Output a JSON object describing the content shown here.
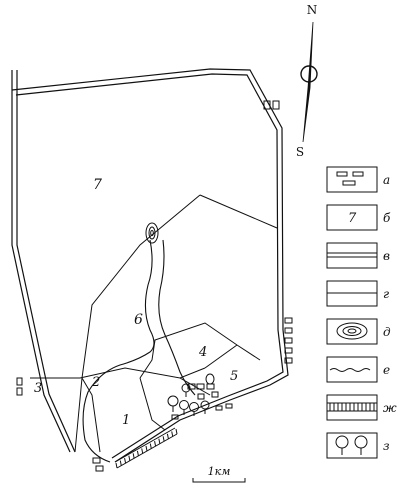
{
  "compass": {
    "north": "N",
    "south": "S"
  },
  "zones": [
    "7",
    "6",
    "4",
    "5",
    "3",
    "2",
    "1"
  ],
  "scale": {
    "label": "1км"
  },
  "legend": [
    {
      "letter": "а",
      "sample": "buildings"
    },
    {
      "letter": "б",
      "sample": "zone-number",
      "text": "7"
    },
    {
      "letter": "в",
      "sample": "double-line"
    },
    {
      "letter": "г",
      "sample": "single-line"
    },
    {
      "letter": "д",
      "sample": "mound"
    },
    {
      "letter": "е",
      "sample": "wavy-line"
    },
    {
      "letter": "ж",
      "sample": "hatched-band"
    },
    {
      "letter": "з",
      "sample": "trees"
    }
  ]
}
